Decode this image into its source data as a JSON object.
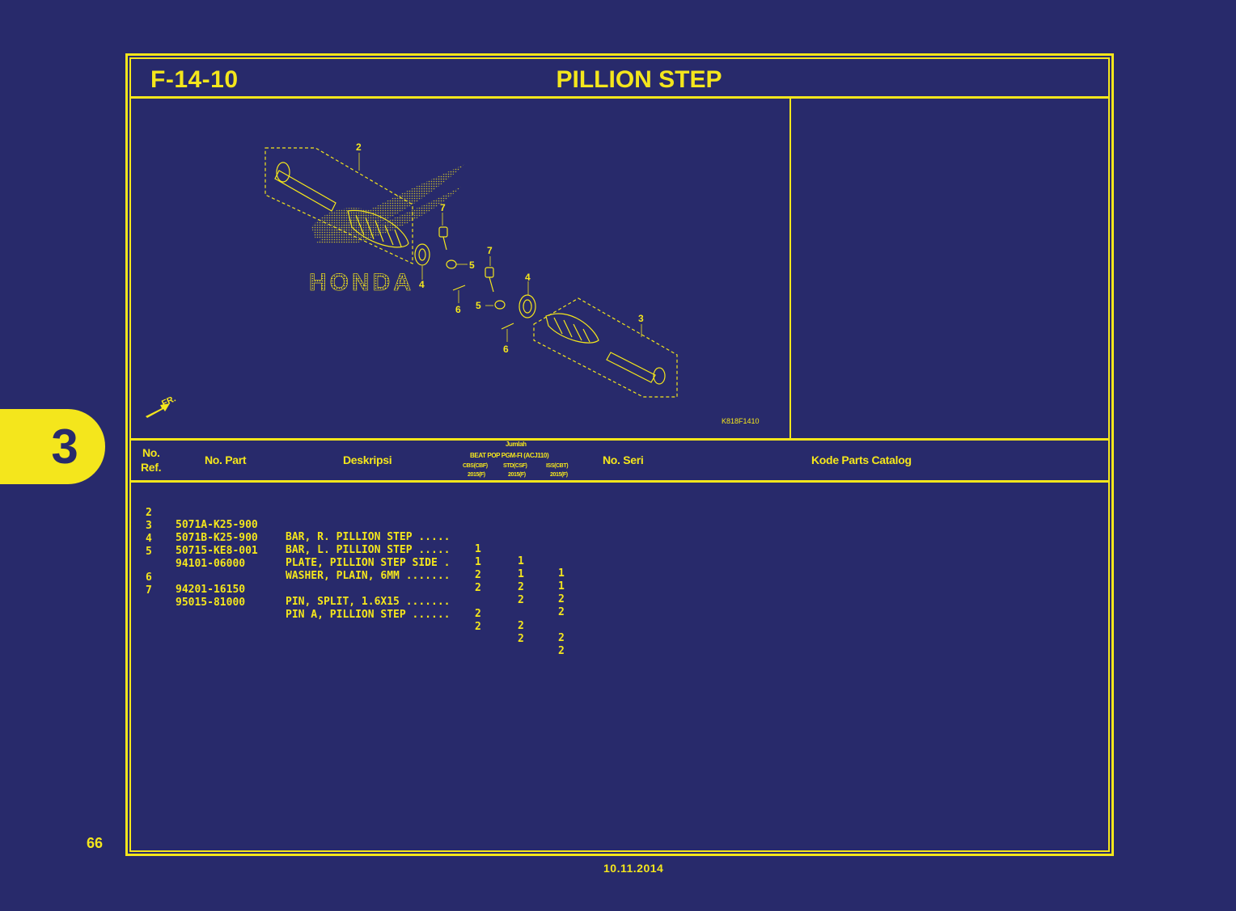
{
  "header": {
    "code": "F-14-10",
    "title": "PILLION STEP"
  },
  "section_tab": "3",
  "page_number": "66",
  "date": "10.11.2014",
  "illustration": {
    "code": "K818F1410",
    "brand_watermark": "HONDA",
    "direction_label": "FR.",
    "callouts": [
      "2",
      "7",
      "5",
      "4",
      "6",
      "7",
      "5",
      "4",
      "3",
      "6"
    ]
  },
  "table": {
    "headers": {
      "ref_line1": "No.",
      "ref_line2": "Ref.",
      "part": "No. Part",
      "description": "Deskripsi",
      "jumlah": "Jumlah",
      "model": "BEAT POP PGM-FI (ACJ110)",
      "variants": [
        {
          "name": "CBS(CBF)",
          "year": "2015(F)"
        },
        {
          "name": "STD(CSF)",
          "year": "2015(F)"
        },
        {
          "name": "ISS(CBT)",
          "year": "2015(F)"
        }
      ],
      "serial": "No. Seri",
      "catalog": "Kode Parts Catalog"
    },
    "rows": [
      {
        "ref": "2",
        "part": "5071A-K25-900",
        "desc": "BAR, R. PILLION STEP .....",
        "q1": "1",
        "q2": "1",
        "q3": "1"
      },
      {
        "ref": "3",
        "part": "5071B-K25-900",
        "desc": "BAR, L. PILLION STEP .....",
        "q1": "1",
        "q2": "1",
        "q3": "1"
      },
      {
        "ref": "4",
        "part": "50715-KE8-001",
        "desc": "PLATE, PILLION STEP SIDE .",
        "q1": "2",
        "q2": "2",
        "q3": "2"
      },
      {
        "ref": "5",
        "part": "94101-06000",
        "desc": "WASHER, PLAIN, 6MM .......",
        "q1": "2",
        "q2": "2",
        "q3": "2"
      },
      {
        "ref": "6",
        "part": "94201-16150",
        "desc": "PIN, SPLIT, 1.6X15 .......",
        "q1": "2",
        "q2": "2",
        "q3": "2"
      },
      {
        "ref": "7",
        "part": "95015-81000",
        "desc": "PIN A, PILLION STEP ......",
        "q1": "2",
        "q2": "2",
        "q3": "2"
      }
    ]
  },
  "colors": {
    "background": "#282a6b",
    "foreground": "#f4e61c"
  }
}
